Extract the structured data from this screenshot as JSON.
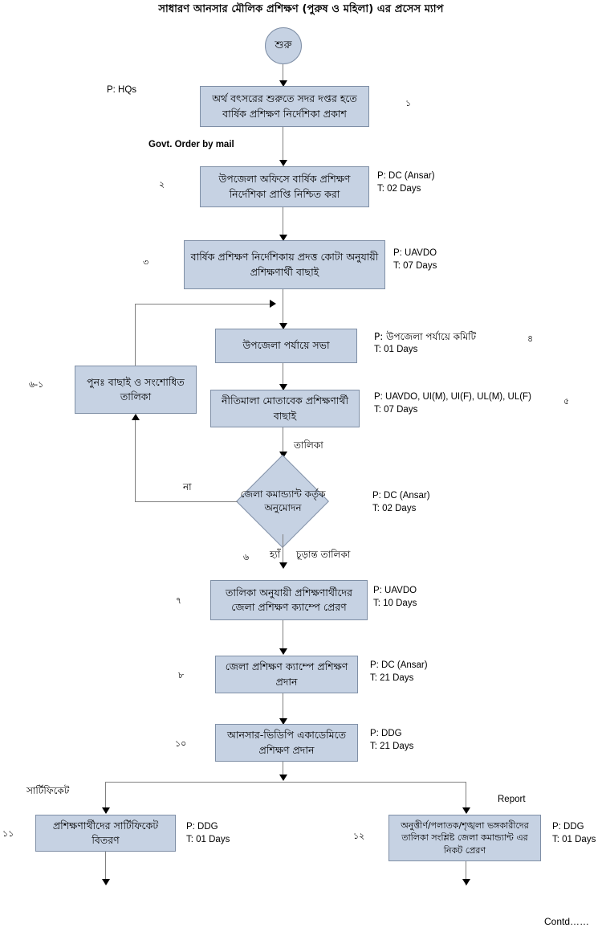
{
  "page": {
    "title": "সাধারণ আনসার মৌলিক প্রশিক্ষণ (পুরুষ ও মহিলা) এর প্রসেস ম্যাপ",
    "footer_note": "Contd……",
    "colors": {
      "node_fill": "#c6d2e3",
      "node_border": "#7f8fa6",
      "connector": "#808080",
      "arrow": "#000000",
      "text": "#000000",
      "background": "#ffffff"
    }
  },
  "nodes": {
    "start": {
      "label": "শুরু",
      "shape": "circle"
    },
    "n1": {
      "label": "অর্থ বৎসরের শুরুতে সদর দপ্তর হতে বার্ষিক প্রশিক্ষণ নির্দেশিকা প্রকাশ",
      "shape": "process"
    },
    "n2": {
      "label": "উপজেলা অফিসে বার্ষিক প্রশিক্ষণ নির্দেশিকা প্রাপ্তি নিশ্চিত করা",
      "shape": "process"
    },
    "n3": {
      "label": "বার্ষিক প্রশিক্ষণ নির্দেশিকায় প্রদত্ত কোটা অনুযায়ী প্রশিক্ষণার্থী বাছাই",
      "shape": "process"
    },
    "n4": {
      "label": "উপজেলা পর্যায়ে সভা",
      "shape": "process"
    },
    "n5": {
      "label": "নীতিমালা মোতাবেক প্রশিক্ষণার্থী বাছাই",
      "shape": "process"
    },
    "n6_1": {
      "label": "পুনঃ  বাছাই ও সংশোধিত তালিকা",
      "shape": "process"
    },
    "d6": {
      "label": "জেলা কমান্ড্যান্ট কর্তৃক অনুমোদন",
      "shape": "decision"
    },
    "n7": {
      "label": "তালিকা অনুযায়ী প্রশিক্ষণার্থীদের জেলা প্রশিক্ষণ ক্যাম্পে প্রেরণ",
      "shape": "process"
    },
    "n8": {
      "label": "জেলা প্রশিক্ষণ ক্যাম্পে প্রশিক্ষণ প্রদান",
      "shape": "process"
    },
    "n10": {
      "label": "আনসার-ভিডিপি একাডেমিতে প্রশিক্ষণ প্রদান",
      "shape": "process"
    },
    "n11": {
      "label": "প্রশিক্ষণার্থীদের  সার্টিফিকেট বিতরণ",
      "shape": "process"
    },
    "n12": {
      "label": "অনুত্তীর্ণ/পলাতক/শৃঙ্খলা ভঙ্গকারীদের তালিকা সংশ্লিষ্ট  জেলা কমান্ড্যান্ট এর নিকট প্রেরণ",
      "shape": "process"
    }
  },
  "step_numbers": {
    "n1": "১",
    "n2": "২",
    "n3": "৩",
    "n4": "৪",
    "n5": "৫",
    "n6_1": "৬-১",
    "d6": "৬",
    "n7": "৭",
    "n8": "৮",
    "n10": "১০",
    "n11": "১১",
    "n12": "১২"
  },
  "annotations": {
    "n1_person": "P: HQs",
    "govt_order": "Govt. Order by mail",
    "n2_person": "P: DC (Ansar)",
    "n2_time": "T: 02 Days",
    "n3_person": "P: UAVDO",
    "n3_time": "T: 07 Days",
    "n4_person": "P: উপজেলা পর্যায়ে কমিটি",
    "n4_time": "T: 01 Days",
    "n5_person": "P: UAVDO, UI(M), UI(F), UL(M), UL(F)",
    "n5_time": "T: 07 Days",
    "d6_person": "P: DC (Ansar)",
    "d6_time": "T: 02 Days",
    "n7_person": "P: UAVDO",
    "n7_time": "T: 10 Days",
    "n8_person": "P: DC (Ansar)",
    "n8_time": "T: 21 Days",
    "n10_person": "P: DDG",
    "n10_time": "T: 21 Days",
    "n11_person": "P: DDG",
    "n11_time": "T: 01 Days",
    "n12_person": "P: DDG",
    "n12_time": "T: 01 Days"
  },
  "edge_labels": {
    "list": "তালিকা",
    "no": "না",
    "yes": "হ্যাঁ",
    "final_list": "চূড়ান্ত তালিকা",
    "certificate": "সার্টিফিকেট",
    "report": "Report"
  }
}
